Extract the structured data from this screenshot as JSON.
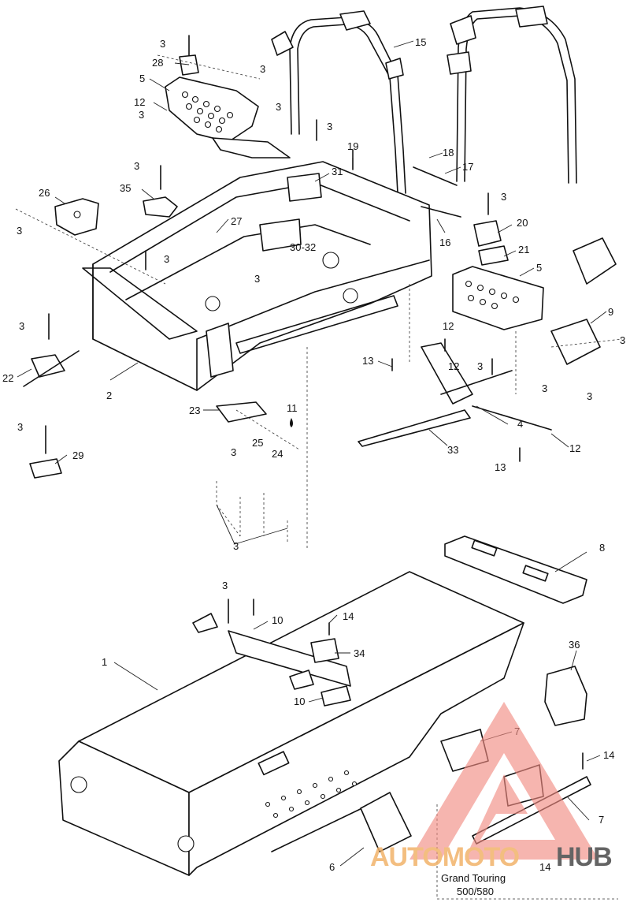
{
  "callouts": {
    "c1": "1",
    "c2": "2",
    "c3": "3",
    "c4": "4",
    "c5": "5",
    "c6": "6",
    "c7": "7",
    "c8": "8",
    "c9": "9",
    "c10": "10",
    "c11": "11",
    "c12": "12",
    "c13": "13",
    "c14": "14",
    "c15": "15",
    "c16": "16",
    "c17": "17",
    "c18": "18",
    "c19": "19",
    "c20": "20",
    "c21": "21",
    "c22": "22",
    "c23": "23",
    "c24": "24",
    "c25": "25",
    "c26": "26",
    "c27": "27",
    "c28": "28",
    "c29": "29",
    "c30_32": "30-32",
    "c31": "31",
    "c33": "33",
    "c34": "34",
    "c35": "35",
    "c36": "36"
  },
  "variant_box": {
    "line1": "Grand Touring",
    "line2": "500/580"
  },
  "watermark": {
    "part1": "AUTOMOTO",
    "part2": "HUB",
    "color_primary": "#f28b82",
    "color_text": "#f2b36b",
    "color_hub": "#4a4a4a"
  }
}
